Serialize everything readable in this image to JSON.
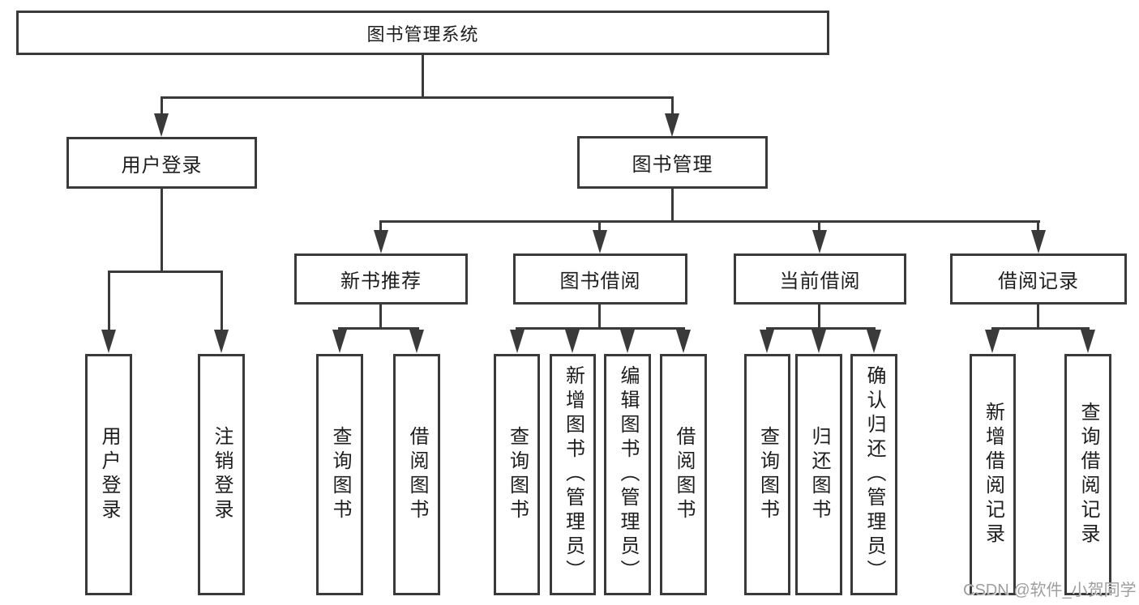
{
  "diagram_title": "图书管理系统",
  "tree": {
    "label": "图书管理系统",
    "children": [
      {
        "label": "用户登录",
        "children": [
          {
            "label": "用户登录"
          },
          {
            "label": "注销登录"
          }
        ]
      },
      {
        "label": "图书管理",
        "children": [
          {
            "label": "新书推荐",
            "children": [
              {
                "label": "查询图书"
              },
              {
                "label": "借阅图书"
              }
            ]
          },
          {
            "label": "图书借阅",
            "children": [
              {
                "label": "查询图书"
              },
              {
                "label": "新增图书（管理员）"
              },
              {
                "label": "编辑图书（管理员）"
              },
              {
                "label": "借阅图书"
              }
            ]
          },
          {
            "label": "当前借阅",
            "children": [
              {
                "label": "查询图书"
              },
              {
                "label": "归还图书"
              },
              {
                "label": "确认归还（管理员）"
              }
            ]
          },
          {
            "label": "借阅记录",
            "children": [
              {
                "label": "新增借阅记录"
              },
              {
                "label": "查询借阅记录"
              }
            ]
          }
        ]
      }
    ]
  },
  "watermark": {
    "text": "CSDN @软件_小贺同学"
  },
  "colors": {
    "background": "#ffffff",
    "line": "#3a3a3a",
    "text": "#1d1d1d",
    "watermark": "#9e9e9e"
  }
}
